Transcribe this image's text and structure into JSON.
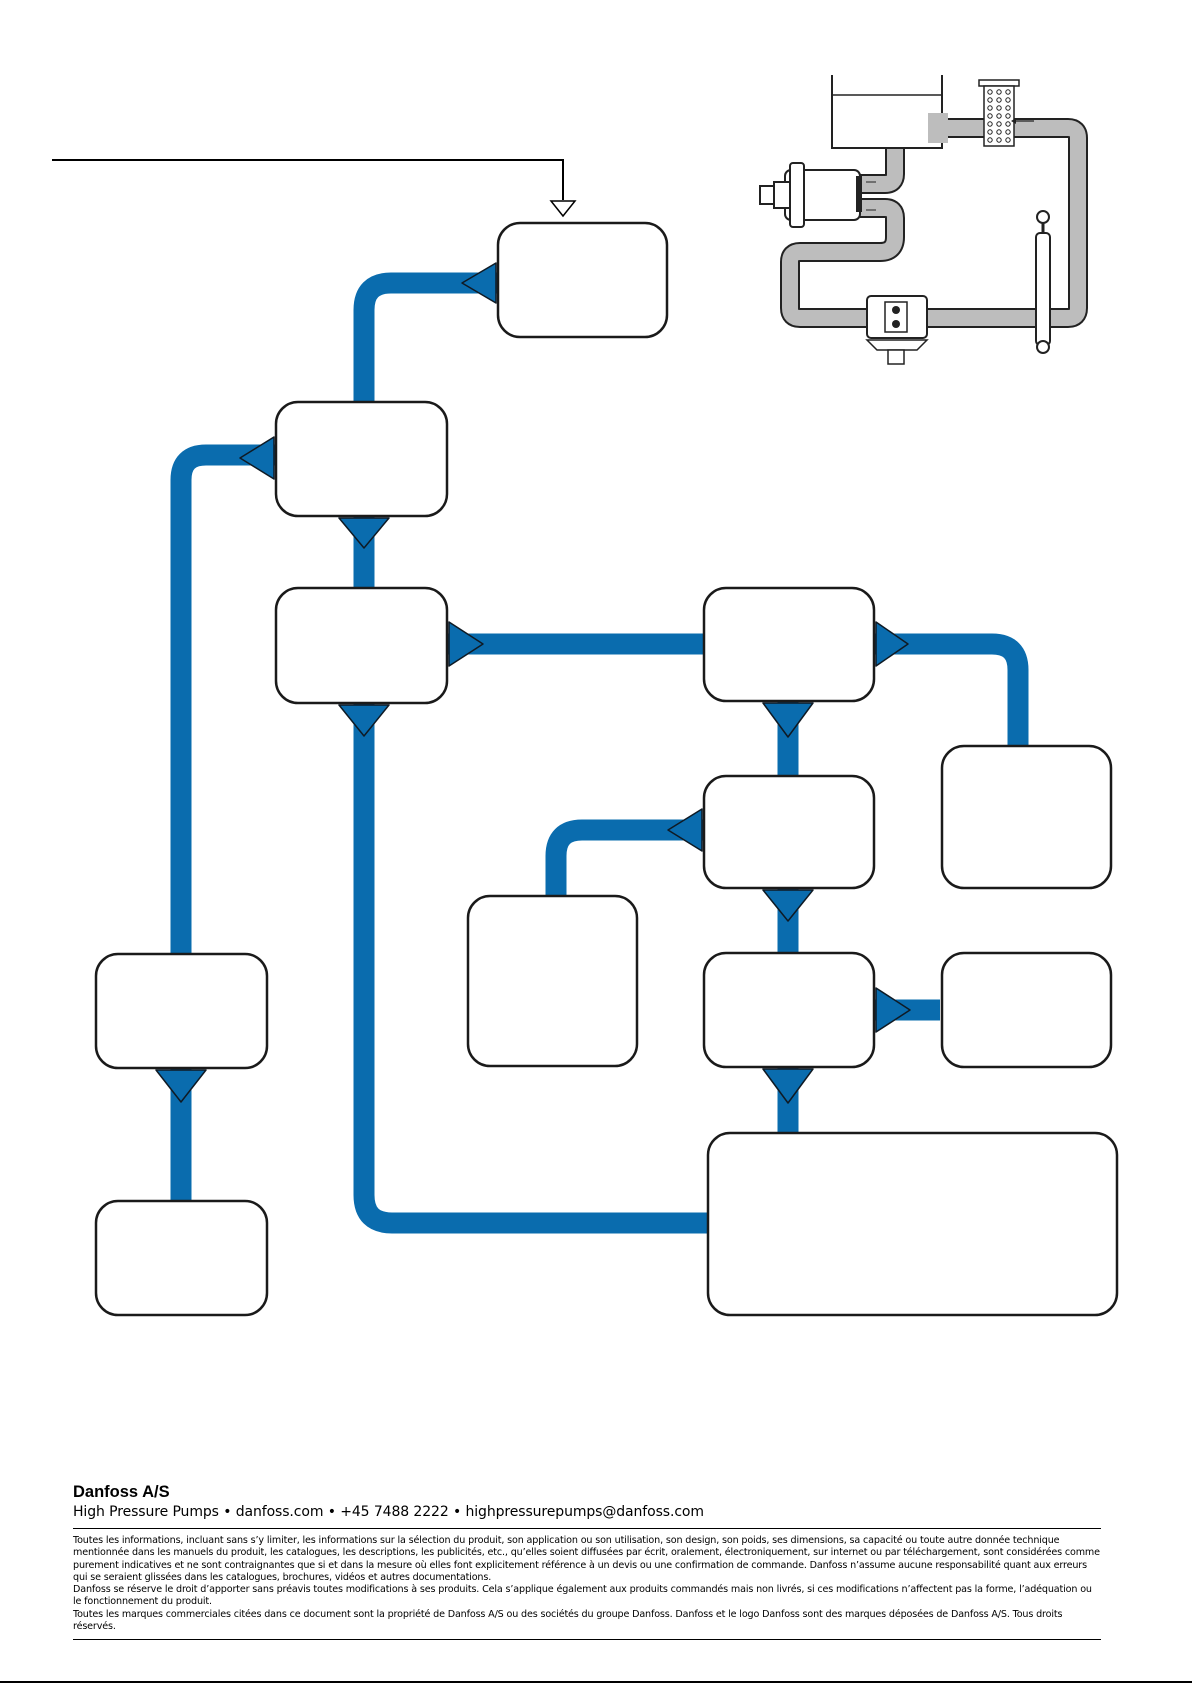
{
  "company": {
    "name": "Danfoss A/S",
    "contact_line": "High Pressure Pumps • danfoss.com • +45 7488 2222 • highpressurepumps@danfoss.com"
  },
  "disclaimer": [
    "Toutes les informations, incluant sans s’y limiter, les informations sur la sélection du produit, son application ou son utilisation, son design, son poids, ses dimensions, sa capacité ou toute autre donnée technique mentionnée dans les manuels du produit, les catalogues, les descriptions, les publicités, etc., qu’elles soient diffusées par écrit, oralement, électroniquement, sur internet ou par téléchargement, sont considérées comme purement indicatives et ne sont contraignantes que si et dans la mesure où elles font explicitement référence à un devis ou une confirmation de commande. Danfoss n’assume aucune responsabilité quant aux erreurs qui se seraient glissées dans les catalogues, brochures, vidéos et autres documentations.",
    "Danfoss se réserve le droit d’apporter sans préavis toutes modifications à ses produits. Cela s’applique également aux produits commandés mais non livrés, si ces modifications n’affectent pas la forme, l’adéquation ou le fonctionnement du produit.",
    "Toutes les marques commerciales citées dans ce document sont la propriété de Danfoss A/S ou des sociétés du groupe Danfoss. Danfoss et le logo Danfoss sont des marques déposées de Danfoss A/S. Tous droits réservés."
  ],
  "colors": {
    "flow_line": "#0a6cae",
    "box_border": "#1a1a1a",
    "schematic_pipe": "#bdbdbd"
  },
  "diagram": {
    "boxes": [
      "box-top",
      "box-upper-left",
      "box-middle-left",
      "box-middle-right",
      "box-right",
      "box-center",
      "box-inner-left",
      "box-lower-center",
      "box-lower-right",
      "box-far-left",
      "box-bottom-left",
      "box-bottom-wide"
    ]
  }
}
